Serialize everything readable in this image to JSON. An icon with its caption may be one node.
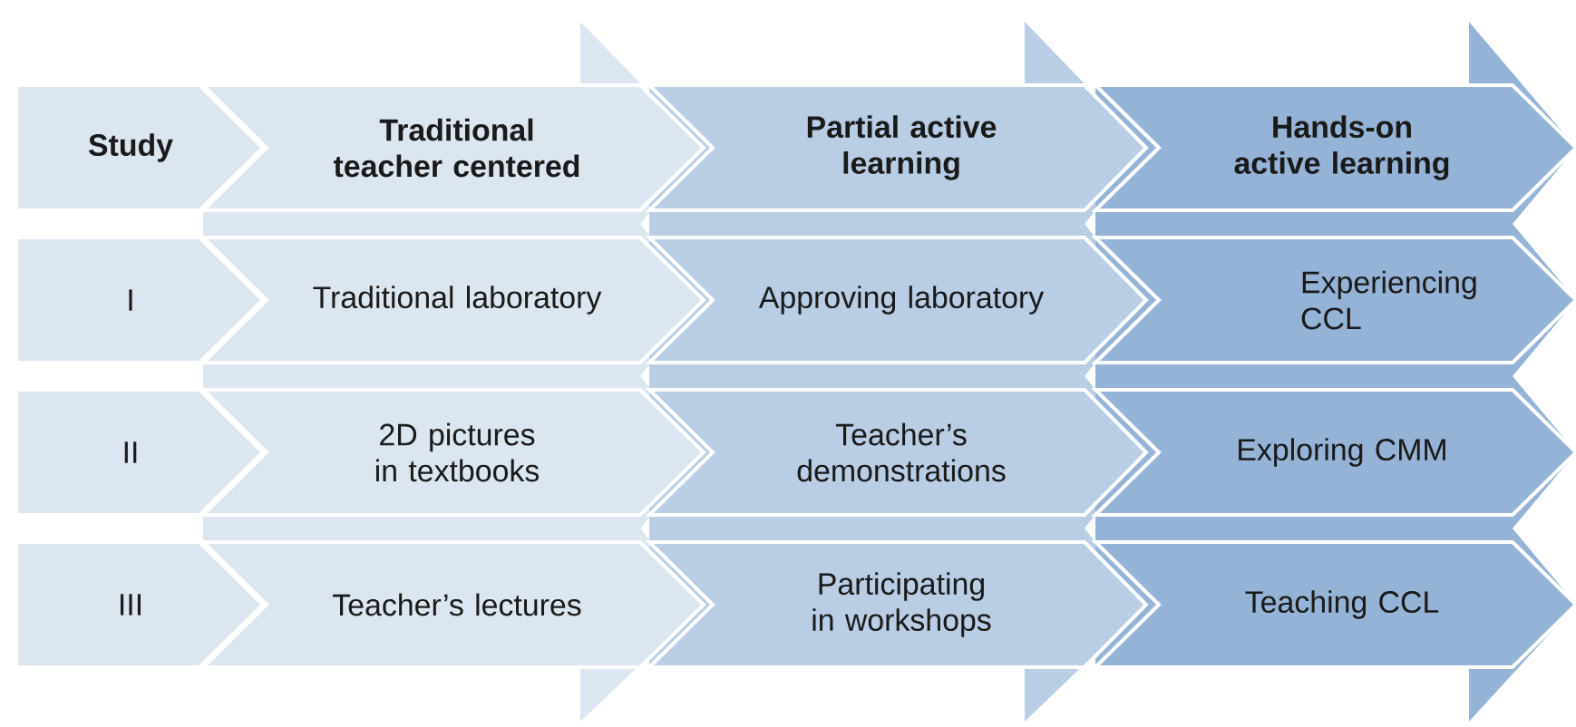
{
  "diagram": {
    "nodes": [
      {
        "text": [
          "Study"
        ]
      },
      {
        "text": [
          "Traditional teacher centered"
        ]
      },
      {
        "text": [
          "Partial active learning"
        ]
      },
      {
        "text": [
          "Hands-on active learning"
        ]
      },
      {
        "text": [
          "I"
        ]
      },
      {
        "text": [
          "Traditional laboratory"
        ]
      },
      {
        "text": [
          "Approving laboratory"
        ]
      },
      {
        "text": [
          "Experiencing CCL"
        ]
      },
      {
        "text": [
          "II"
        ]
      },
      {
        "text": [
          "2D pictures in textbooks"
        ]
      },
      {
        "text": [
          "Teacher’s demonstrations"
        ]
      },
      {
        "text": [
          "Exploring CMM"
        ]
      },
      {
        "text": [
          "III"
        ]
      },
      {
        "text": [
          "Teacher’s lectures"
        ]
      },
      {
        "text": [
          "Participating in workshops"
        ]
      },
      {
        "text": [
          "Teaching CCL"
        ]
      }
    ]
  }
}
